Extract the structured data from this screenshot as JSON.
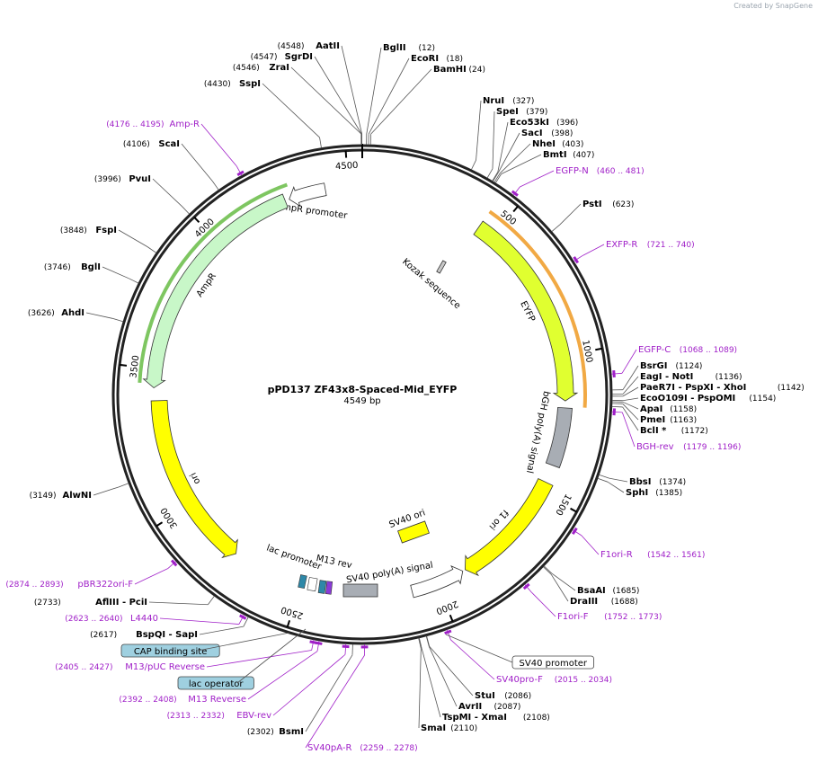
{
  "credit": "Created by SnapGene",
  "plasmid": {
    "name": "pPD137 ZF43x8-Spaced-Mid_EYFP",
    "length_bp": 4549,
    "length_text": "4549 bp"
  },
  "ticks": [
    "500",
    "1000",
    "1500",
    "2000",
    "2500",
    "3000",
    "3500",
    "4000",
    "4500"
  ],
  "features": [
    {
      "name": "AmpR promoter",
      "color": "#ffffff",
      "start": 4290,
      "end": 4420,
      "strand": -1
    },
    {
      "name": "AmpR",
      "color": "#c8f7c8",
      "start": 3435,
      "end": 4275,
      "strand": -1
    },
    {
      "name": "ori",
      "color": "#ffff00",
      "start": 2760,
      "end": 3390,
      "strand": -1
    },
    {
      "name": "EYFP",
      "color": "#e0ff30",
      "start": 440,
      "end": 1160,
      "strand": 1
    },
    {
      "name": "bGH poly(A) signal",
      "color": "#a8adb4",
      "start": 1185,
      "end": 1395,
      "strand": 0
    },
    {
      "name": "f1 ori",
      "color": "#ffff00",
      "start": 1460,
      "end": 1890,
      "strand": 1
    },
    {
      "name": "SV40 promoter",
      "color": "#ffffff",
      "start": 1900,
      "end": 2095,
      "strand": -1
    },
    {
      "name": "SV40 poly(A) signal",
      "color": "#a8adb4",
      "start": 2150,
      "end": 2270,
      "strand": 0
    },
    {
      "name": "M13 rev",
      "color": "#8a3ad8",
      "start": 2375,
      "end": 2395,
      "strand": 1
    },
    {
      "name": "lac operator",
      "color": "#2e88a8",
      "start": 2415,
      "end": 2440,
      "strand": 0
    },
    {
      "name": "lac promoter",
      "color": "#ffffff",
      "start": 2440,
      "end": 2490,
      "strand": 0
    },
    {
      "name": "CAP binding site",
      "color": "#2e88a8",
      "start": 2505,
      "end": 2525,
      "strand": 0
    },
    {
      "name": "SV40 ori",
      "color": "#ffff00",
      "start": 0,
      "end": 0,
      "strand": 0
    },
    {
      "name": "Kozak sequence",
      "color": "#c8c8c8",
      "start": 0,
      "end": 0,
      "strand": 0
    }
  ],
  "sites": [
    {
      "name": "AatII",
      "pos": "(4548)"
    },
    {
      "name": "SgrDI",
      "pos": "(4547)"
    },
    {
      "name": "ZraI",
      "pos": "(4546)"
    },
    {
      "name": "SspI",
      "pos": "(4430)"
    },
    {
      "name": "BglII",
      "pos": "(12)"
    },
    {
      "name": "EcoRI",
      "pos": "(18)"
    },
    {
      "name": "BamHI",
      "pos": "(24)"
    },
    {
      "name": "NruI",
      "pos": "(327)"
    },
    {
      "name": "SpeI",
      "pos": "(379)"
    },
    {
      "name": "Eco53kI",
      "pos": "(396)"
    },
    {
      "name": "SacI",
      "pos": "(398)"
    },
    {
      "name": "NheI",
      "pos": "(403)"
    },
    {
      "name": "BmtI",
      "pos": "(407)"
    },
    {
      "name": "PstI",
      "pos": "(623)"
    },
    {
      "name": "BsrGI",
      "pos": "(1124)"
    },
    {
      "name": "EagI  - NotI",
      "pos": "(1136)"
    },
    {
      "name": "PaeR7I  - PspXI  - XhoI",
      "pos": "(1142)"
    },
    {
      "name": "EcoO109I  - PspOMI",
      "pos": "(1154)"
    },
    {
      "name": "ApaI",
      "pos": "(1158)"
    },
    {
      "name": "PmeI",
      "pos": "(1163)"
    },
    {
      "name": "BclI *",
      "pos": "(1172)"
    },
    {
      "name": "BbsI",
      "pos": "(1374)"
    },
    {
      "name": "SphI",
      "pos": "(1385)"
    },
    {
      "name": "BsaAI",
      "pos": "(1685)"
    },
    {
      "name": "DraIII",
      "pos": "(1688)"
    },
    {
      "name": "StuI",
      "pos": "(2086)"
    },
    {
      "name": "AvrII",
      "pos": "(2087)"
    },
    {
      "name": "TspMI  - XmaI",
      "pos": "(2108)"
    },
    {
      "name": "SmaI",
      "pos": "(2110)"
    },
    {
      "name": "BsmI",
      "pos": "(2302)"
    },
    {
      "name": "BspQI  - SapI",
      "pos": "(2617)"
    },
    {
      "name": "AflIII  - PciI",
      "pos": "(2733)"
    },
    {
      "name": "AlwNI",
      "pos": "(3149)"
    },
    {
      "name": "AhdI",
      "pos": "(3626)"
    },
    {
      "name": "BglI",
      "pos": "(3746)"
    },
    {
      "name": "FspI",
      "pos": "(3848)"
    },
    {
      "name": "PvuI",
      "pos": "(3996)"
    },
    {
      "name": "ScaI",
      "pos": "(4106)"
    }
  ],
  "primers": [
    {
      "name": "Amp-R",
      "pos": "(4176 .. 4195)"
    },
    {
      "name": "EGFP-N",
      "pos": "(460 .. 481)"
    },
    {
      "name": "EXFP-R",
      "pos": "(721 .. 740)"
    },
    {
      "name": "EGFP-C",
      "pos": "(1068 .. 1089)"
    },
    {
      "name": "BGH-rev",
      "pos": "(1179 .. 1196)"
    },
    {
      "name": "F1ori-R",
      "pos": "(1542 .. 1561)"
    },
    {
      "name": "F1ori-F",
      "pos": "(1752 .. 1773)"
    },
    {
      "name": "SV40pro-F",
      "pos": "(2015 .. 2034)"
    },
    {
      "name": "SV40pA-R",
      "pos": "(2259 .. 2278)"
    },
    {
      "name": "EBV-rev",
      "pos": "(2313 .. 2332)"
    },
    {
      "name": "M13 Reverse",
      "pos": "(2392 .. 2408)"
    },
    {
      "name": "M13/pUC Reverse",
      "pos": "(2405 .. 2427)"
    },
    {
      "name": "L4440",
      "pos": "(2623 .. 2640)"
    },
    {
      "name": "pBR322ori-F",
      "pos": "(2874 .. 2893)"
    }
  ],
  "boxed_labels": [
    "CAP binding site",
    "lac operator",
    "SV40 promoter"
  ]
}
